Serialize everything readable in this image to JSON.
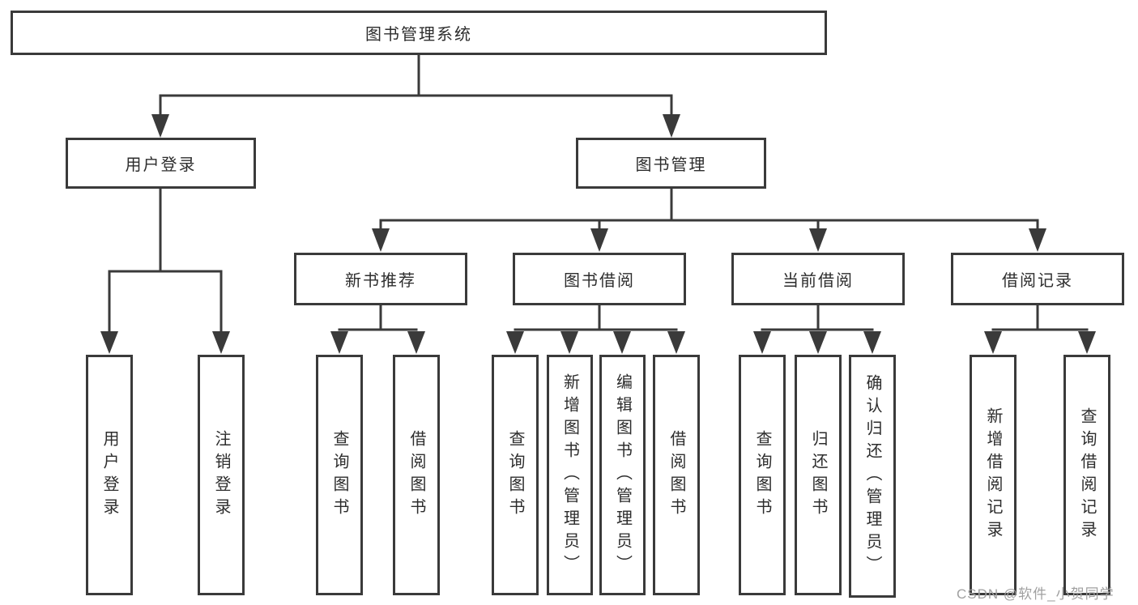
{
  "diagram": {
    "tree": {
      "label": "图书管理系统",
      "children": [
        {
          "label": "用户登录",
          "children": [
            {
              "label": "用户登录"
            },
            {
              "label": "注销登录"
            }
          ]
        },
        {
          "label": "图书管理",
          "children": [
            {
              "label": "新书推荐",
              "children": [
                {
                  "label": "查询图书"
                },
                {
                  "label": "借阅图书"
                }
              ]
            },
            {
              "label": "图书借阅",
              "children": [
                {
                  "label": "查询图书"
                },
                {
                  "label": "新增图书（管理员）"
                },
                {
                  "label": "编辑图书（管理员）"
                },
                {
                  "label": "借阅图书"
                }
              ]
            },
            {
              "label": "当前借阅",
              "children": [
                {
                  "label": "查询图书"
                },
                {
                  "label": "归还图书"
                },
                {
                  "label": "确认归还（管理员）"
                }
              ]
            },
            {
              "label": "借阅记录",
              "children": [
                {
                  "label": "新增借阅记录"
                },
                {
                  "label": "查询借阅记录"
                }
              ]
            }
          ]
        }
      ]
    }
  },
  "watermark": {
    "text": "CSDN @软件_小贺同学"
  },
  "colors": {
    "line": "#3a3a3a",
    "text": "#2d2d2d",
    "watermark": "#a0a0a0",
    "background": "#ffffff"
  }
}
